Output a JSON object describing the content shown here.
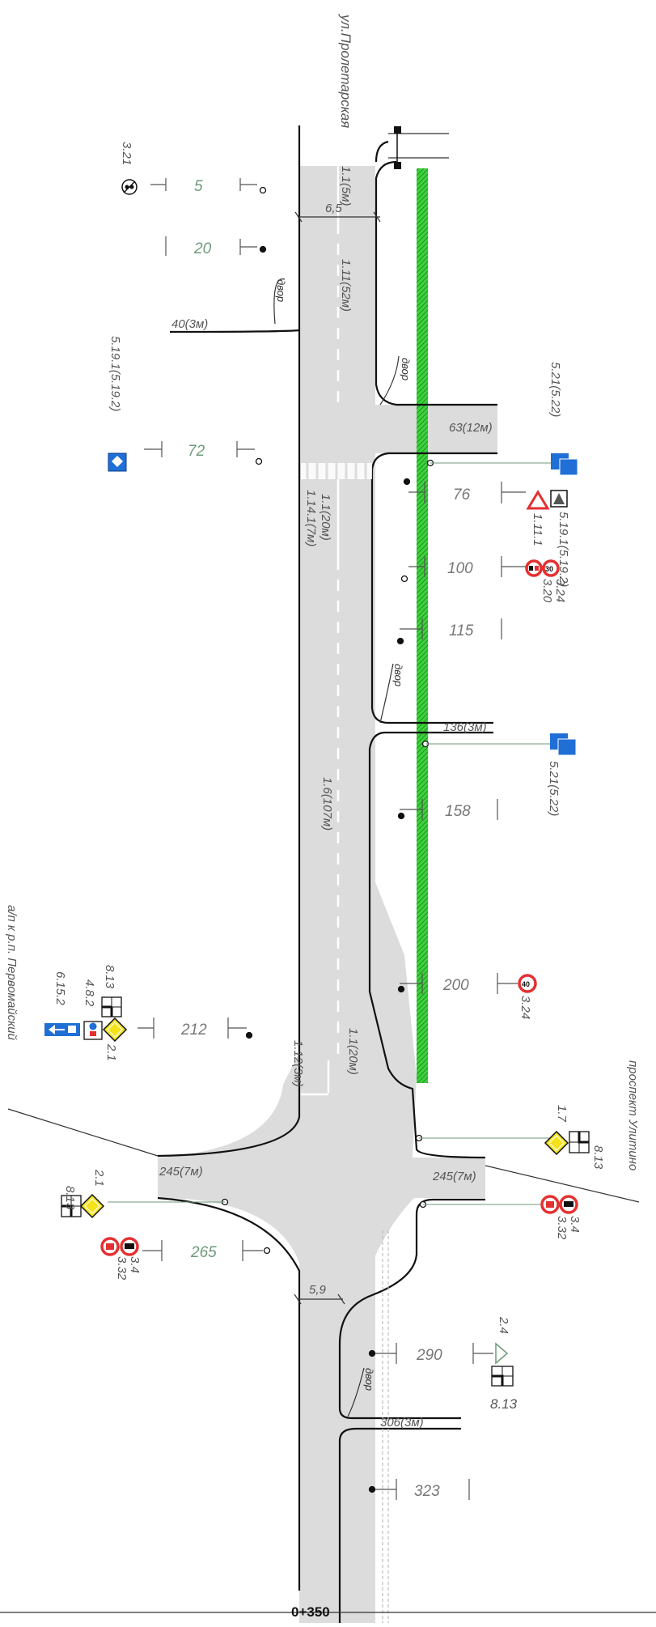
{
  "streets": {
    "proletarskaya": "ул.Пролетарская",
    "ulitino": "проспект Улитино",
    "pervomaysky": "а/п к р.п. Первомайский"
  },
  "chainage": "0+350",
  "driveway_label": "двор",
  "width_labels": [
    "6,5",
    "5,9"
  ],
  "junction_labels": [
    "40(3м)",
    "63(12м)",
    "136(3м)",
    "245(7м)",
    "245(7м)",
    "306(3м)"
  ],
  "marking_labels": [
    "1.1(5м)",
    "1.11(52м)",
    "1.1(20м)",
    "1.14.1(7м)",
    "1.6(107м)",
    "1.1(20м)",
    "1.12(3м)"
  ],
  "pickets": [
    {
      "value": "5",
      "style": "green"
    },
    {
      "value": "20",
      "style": "green"
    },
    {
      "value": "72",
      "style": "green"
    },
    {
      "value": "76",
      "style": "grey"
    },
    {
      "value": "100",
      "style": "grey"
    },
    {
      "value": "115",
      "style": "grey"
    },
    {
      "value": "158",
      "style": "grey"
    },
    {
      "value": "200",
      "style": "grey"
    },
    {
      "value": "212",
      "style": "grey"
    },
    {
      "value": "265",
      "style": "green"
    },
    {
      "value": "290",
      "style": "grey"
    },
    {
      "value": "323",
      "style": "grey"
    }
  ],
  "sign_labels": [
    "3.21",
    "5.19.1(5.19.2)",
    "5.21(5.22)",
    "5.19.1(5.19.2)",
    "1.11.1",
    "3.24",
    "3.20",
    "5.21(5.22)",
    "3.24",
    "8.13",
    "4.8.2",
    "6.15.2",
    "2.1",
    "1.7",
    "8.13",
    "2.1",
    "8.13",
    "3.4",
    "3.32",
    "3.4",
    "3.32",
    "2.4",
    "8.13"
  ],
  "sign_texts": {
    "speed30": "30",
    "speed40": "40"
  },
  "colors": {
    "asphalt": "#dcdcdc",
    "verge": "#3cd23c",
    "sign_blue": "#1f6fd6",
    "sign_red": "#e53030",
    "sign_yellow": "#f4e21a",
    "picket_green": "#6f9a7a"
  }
}
